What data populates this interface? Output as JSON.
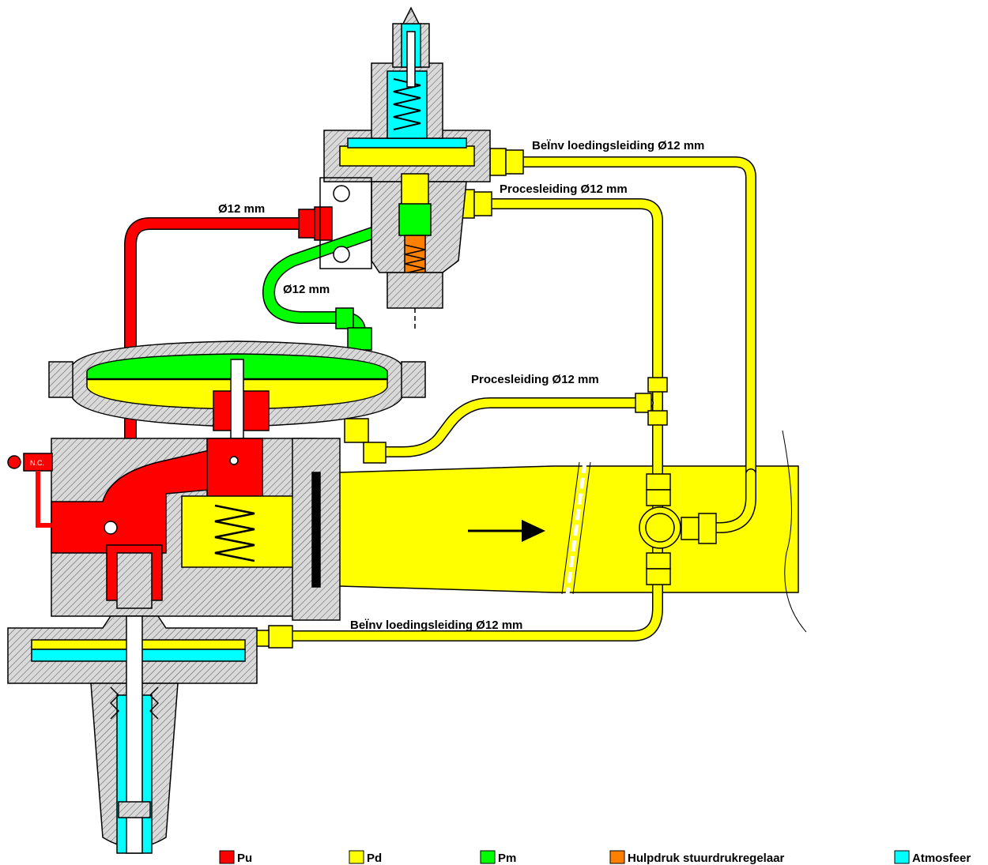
{
  "labels": {
    "red_pipe": "Ø12 mm",
    "green_pipe": "Ø12 mm",
    "sensing_top": "BeÏnv loedingsleiding Ø12 mm",
    "process_top": "Procesleiding Ø12 mm",
    "process_mid": "Procesleiding Ø12 mm",
    "sensing_bottom": "BeÏnv loedingsleiding Ø12 mm",
    "nc": "N.C."
  },
  "legend": [
    {
      "label": "Pu",
      "color": "#ff0000"
    },
    {
      "label": "Pd",
      "color": "#ffff00"
    },
    {
      "label": "Pm",
      "color": "#00ff00"
    },
    {
      "label": "Hulpdruk stuurdrukregelaar",
      "color": "#ff8000"
    },
    {
      "label": "Atmosfeer",
      "color": "#00ffff"
    }
  ],
  "colors": {
    "pu": "#ff0000",
    "pd": "#ffff00",
    "pm": "#00ff00",
    "aux": "#ff8000",
    "atm": "#00ffff",
    "metal": "#c8c8c8",
    "line": "#000000"
  }
}
